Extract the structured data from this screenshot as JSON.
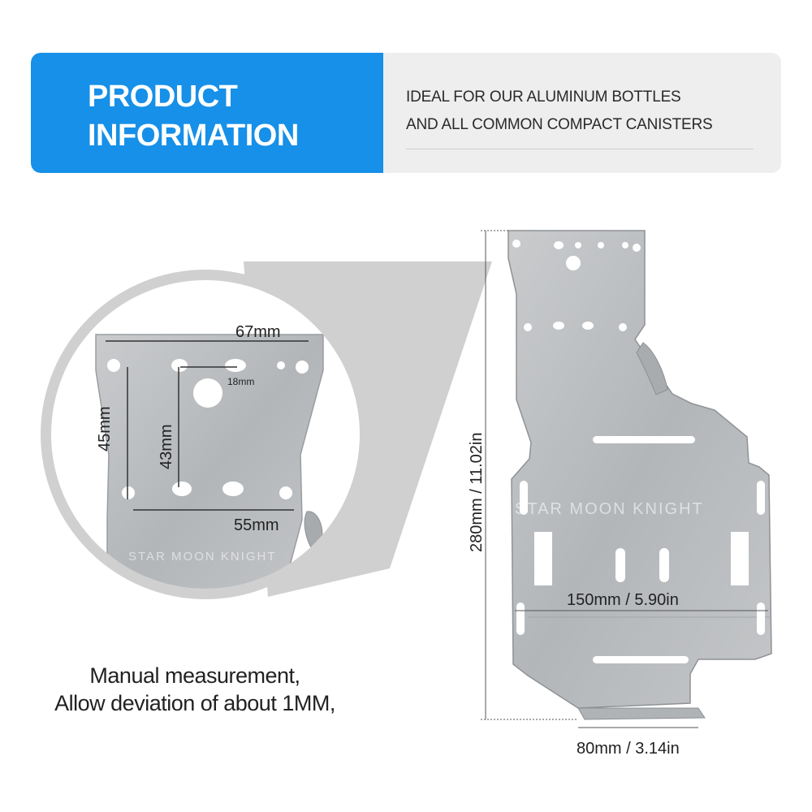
{
  "banner": {
    "title_line1": "PRODUCT",
    "title_line2": "INFORMATION",
    "desc_line1": "IDEAL FOR OUR ALUMINUM BOTTLES",
    "desc_line2": "AND ALL COMMON COMPACT CANISTERS"
  },
  "detail": {
    "dim_top": "67mm",
    "dim_hole": "18mm",
    "dim_left": "45mm",
    "dim_mid": "43mm",
    "dim_bottom": "55mm",
    "watermark": "STAR MOON KNIGHT"
  },
  "product": {
    "dim_height": "280mm  /  11.02in",
    "dim_width": "150mm /  5.90in",
    "dim_base": "80mm /  3.14in",
    "watermark": "STAR MOON KNIGHT"
  },
  "note": {
    "line1": "Manual measurement,",
    "line2": "Allow deviation of about 1MM,"
  },
  "colors": {
    "accent": "#1690e8",
    "banner_bg": "#eeeeef",
    "metal": "#b9bcbf"
  }
}
